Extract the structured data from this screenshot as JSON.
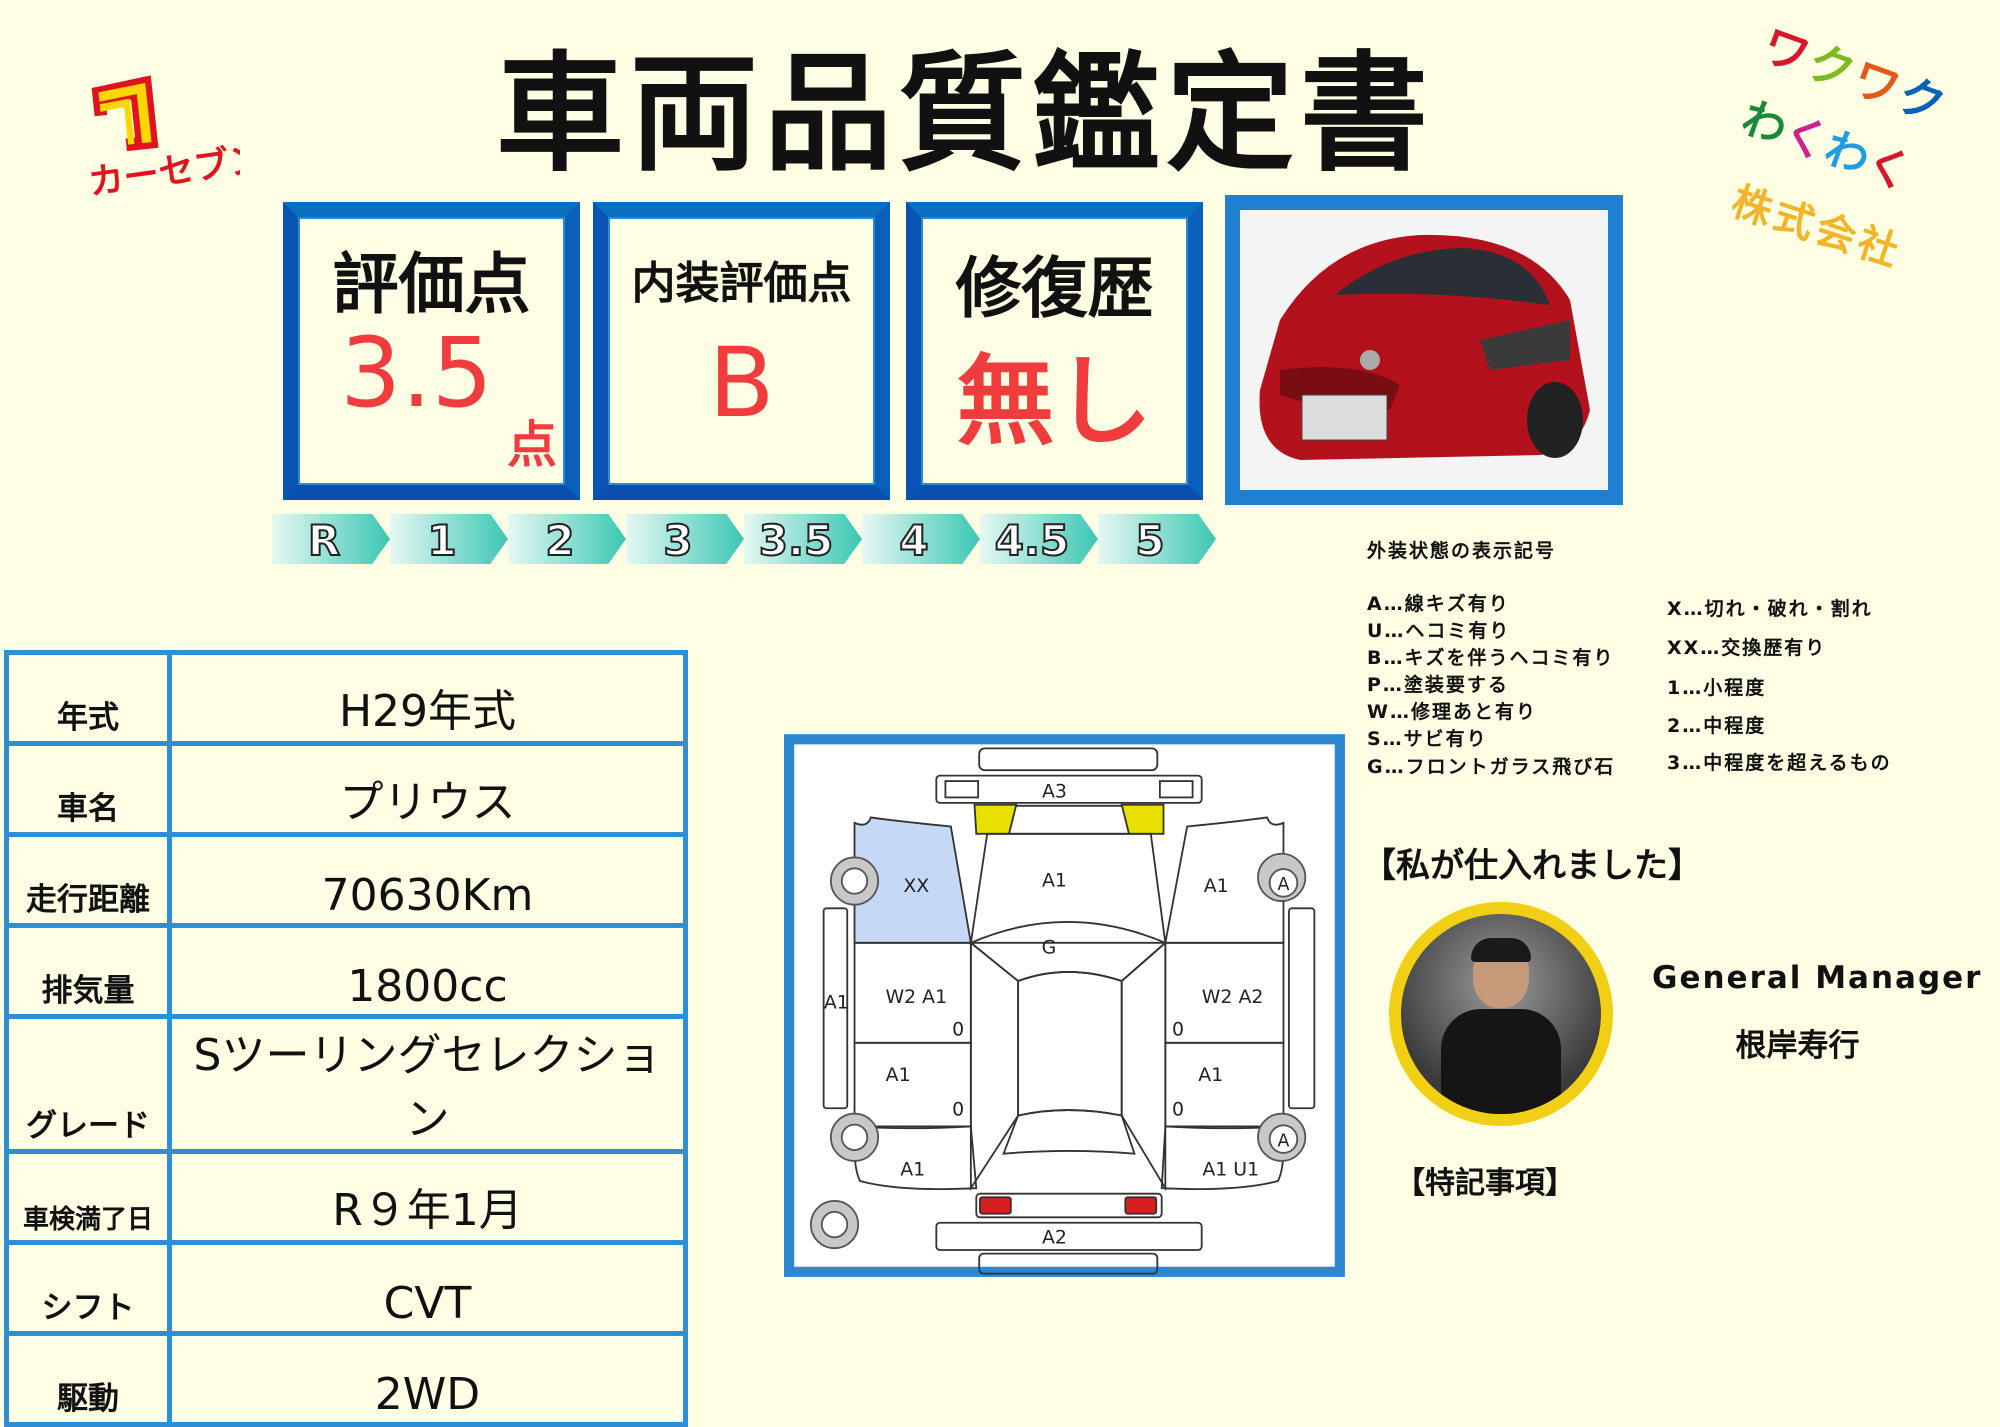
{
  "logos": {
    "left_logo_text": "カーセブン",
    "right_logo_lines": [
      "ワクワク",
      "わくわく",
      "株式会社"
    ]
  },
  "title": "車両品質鑑定書",
  "scores": {
    "overall": {
      "label": "評価点",
      "value": "3.5",
      "unit": "点"
    },
    "interior": {
      "label": "内装評価点",
      "value": "B"
    },
    "repair_history": {
      "label": "修復歴",
      "value": "無し"
    }
  },
  "scale": [
    "R",
    "1",
    "2",
    "3",
    "3.5",
    "4",
    "4.5",
    "5"
  ],
  "legend": {
    "title": "外装状態の表示記号",
    "left": [
      "A…線キズ有り",
      "U…ヘコミ有り",
      "B…キズを伴うヘコミ有り",
      "P…塗装要する",
      "W…修理あと有り",
      "S…サビ有り",
      "G…フロントガラス飛び石"
    ],
    "right": [
      "X…切れ・破れ・割れ",
      "XX…交換歴有り",
      "1…小程度",
      "2…中程度",
      "3…中程度を超えるもの"
    ]
  },
  "specs": [
    {
      "label": "年式",
      "value": "H29年式"
    },
    {
      "label": "車名",
      "value": "プリウス"
    },
    {
      "label": "走行距離",
      "value": "70630Km"
    },
    {
      "label": "排気量",
      "value": "1800cc"
    },
    {
      "label": "グレード",
      "value": "Sツーリングセレクション"
    },
    {
      "label": "車検満了日",
      "value": "R９年1月"
    },
    {
      "label": "シフト",
      "value": "CVT"
    },
    {
      "label": "駆動",
      "value": "2WD"
    }
  ],
  "diagram": {
    "front_bumper": "A3",
    "hood": "A1",
    "windshield": "G",
    "front_left_fender": "XX",
    "front_right_fender": "A1",
    "left_sill": "A1",
    "front_left_door": "W2 A1",
    "front_right_door": "W2 A2",
    "rear_left_door": "A1",
    "rear_right_door": "A1",
    "rear_left_quarter": "A1",
    "rear_right_quarter": "A1  U1",
    "rear_bumper": "A2",
    "door_handle_mark": "0",
    "wheel_mark": "A",
    "colors": {
      "replaced": "#c5d8f5",
      "headlight": "#e8e000",
      "taillight": "#d81e1e",
      "frame": "#2d86d0"
    }
  },
  "buyer": {
    "heading": "【私が仕入れました】",
    "role": "General Manager",
    "name": "根岸寿行"
  },
  "notes_heading": "【特記事項】",
  "colors": {
    "background": "#fefee4",
    "box_border": "#0a63bd",
    "accent_red": "#f03c3c",
    "table_border": "#2f8fd6"
  }
}
